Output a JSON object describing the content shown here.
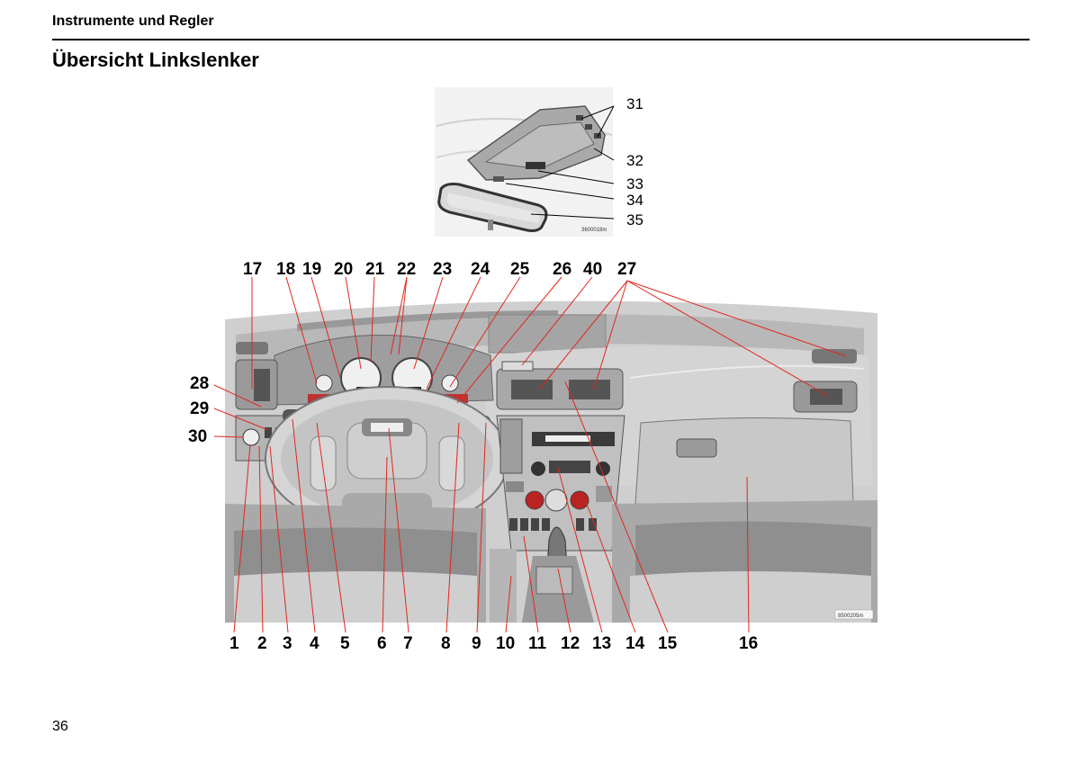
{
  "header": {
    "section": "Instrumente und Regler",
    "title": "Übersicht Linkslenker"
  },
  "page_number": "36",
  "top_figure": {
    "code": "3600018m",
    "callouts": [
      "31",
      "32",
      "33",
      "34",
      "35"
    ]
  },
  "main_figure": {
    "code": "8500205m",
    "top_callouts": [
      "17",
      "18",
      "19",
      "20",
      "21",
      "22",
      "23",
      "24",
      "25",
      "26",
      "40",
      "27"
    ],
    "left_callouts": [
      "28",
      "29",
      "30"
    ],
    "bottom_callouts": [
      "1",
      "2",
      "3",
      "4",
      "5",
      "6",
      "7",
      "8",
      "9",
      "10",
      "11",
      "12",
      "13",
      "14",
      "15",
      "16"
    ]
  },
  "colors": {
    "leader": "#e0281e",
    "body_grey": "#c9c9c9",
    "dark_grey": "#8c8c8c"
  }
}
